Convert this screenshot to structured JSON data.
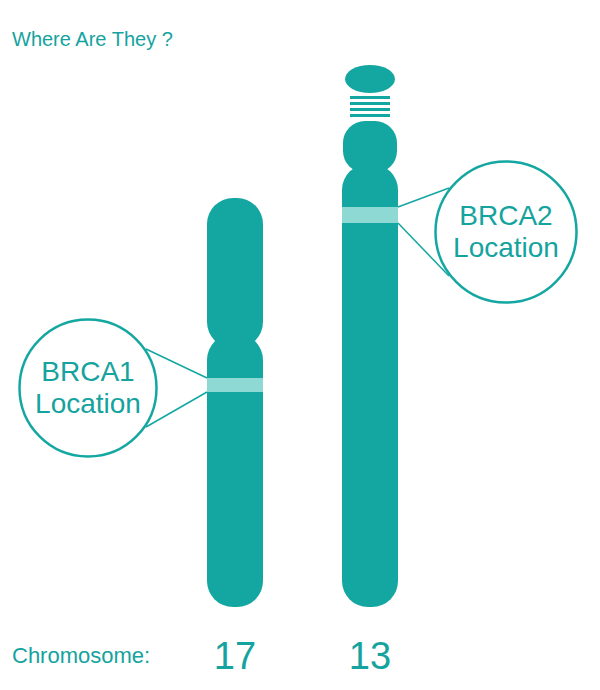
{
  "diagram": {
    "title": "Where Are They ?",
    "nodes": [
      {
        "text": [
          "BRCA2 Location"
        ]
      },
      {
        "text": [
          "BRCA1 Location"
        ]
      }
    ],
    "labels": [
      "Chromosome:",
      "17",
      "13"
    ]
  }
}
